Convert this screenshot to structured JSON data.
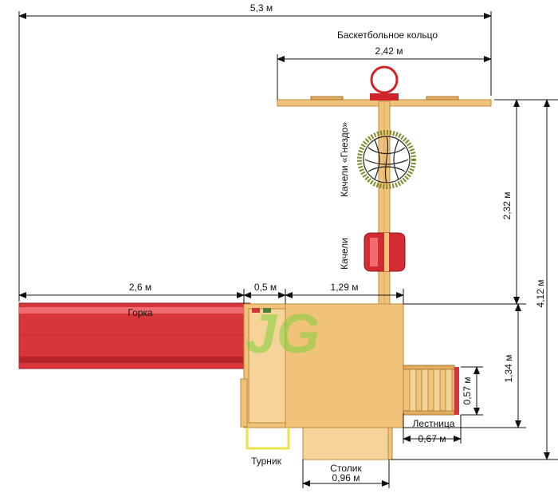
{
  "labels": {
    "total_width": "5,3 м",
    "basket_ring": "Баскетбольное кольцо",
    "beam_width": "2,42 м",
    "nest_swing": "Качели «Гнездо»",
    "swing": "Качели",
    "beam_depth": "2,32 м",
    "total_depth": "4,12 м",
    "slide_length": "2,6 м",
    "gap": "0,5 м",
    "platform_width": "1,29 м",
    "slide": "Горка",
    "platform_depth": "1,34 м",
    "ladder_depth": "0,57 м",
    "ladder": "Лестница",
    "ladder_width": "0,67 м",
    "bar": "Турник",
    "table": "Столик",
    "table_width": "0,96 м"
  },
  "logo_text": "JG",
  "colors": {
    "wood": "#f1c37a",
    "wood_edge": "#b98a3e",
    "slide_red": "#d9363c",
    "basket_red": "#d0242a",
    "logo_green": "#7fcf3a",
    "bar_yellow": "#e9e24a",
    "dimension_line": "#111111"
  }
}
